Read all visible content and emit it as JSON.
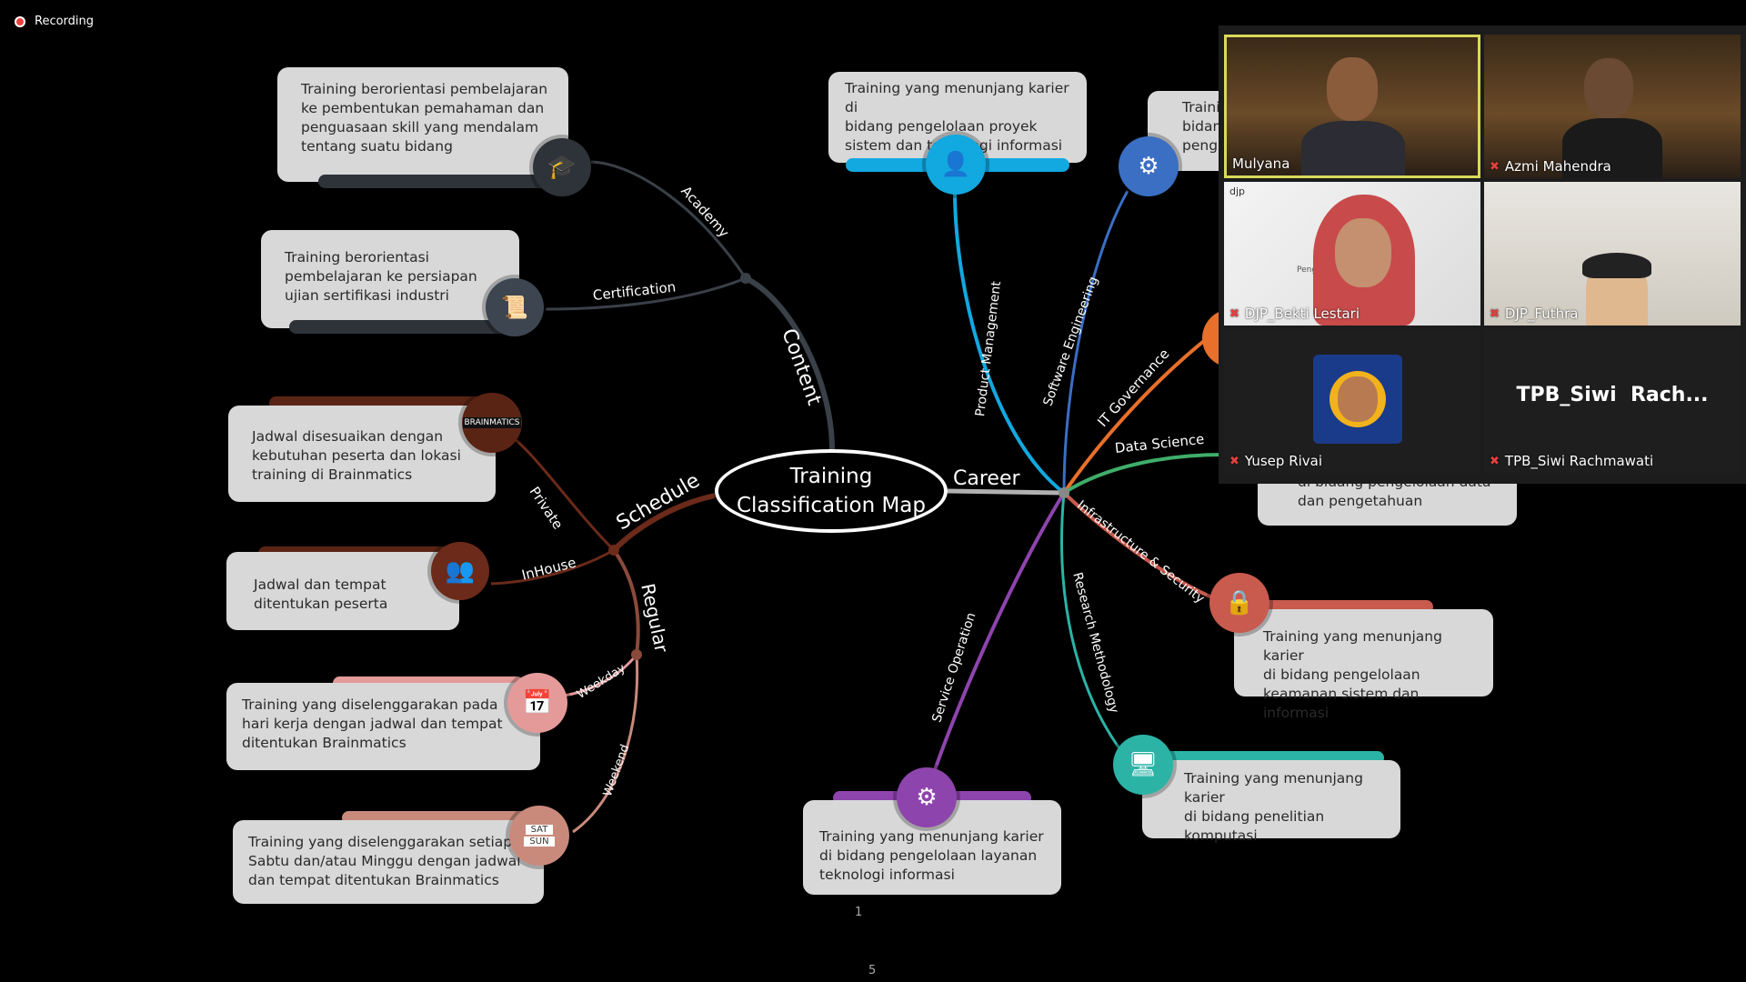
{
  "recording": {
    "label": "Recording"
  },
  "center": {
    "line1": "Training",
    "line2": "Classification Map"
  },
  "branches": {
    "content": "Content",
    "schedule": "Schedule",
    "career": "Career",
    "regular": "Regular"
  },
  "sub_labels": {
    "academy": "Academy",
    "certification": "Certification",
    "private": "Private",
    "inhouse": "InHouse",
    "weekday": "Weekday",
    "weekend": "Weekend",
    "product_management": "Product Management",
    "software_engineering": "Software Engineering",
    "it_governance": "IT Governance",
    "data_science": "Data Science",
    "infra_security": "Infrastructure & Security",
    "research_methodology": "Research Methodology",
    "service_operation": "Service Operation"
  },
  "cards": {
    "academy": "Training berorientasi pembelajaran\nke pembentukan pemahaman dan\npenguasaan skill yang mendalam\ntentang suatu bidang",
    "certification": "Training berorientasi\npembelajaran ke persiapan\nujian sertifikasi industri",
    "private": "Jadwal disesuaikan dengan\nkebutuhan peserta dan lokasi\ntraining di Brainmatics",
    "inhouse": "Jadwal dan tempat\nditentukan peserta",
    "weekday": "Training yang diselenggarakan pada\nhari kerja dengan jadwal dan tempat\nditentukan Brainmatics",
    "weekend": "Training yang diselenggarakan setiap\nSabtu dan/atau Minggu dengan jadwal\ndan tempat ditentukan Brainmatics",
    "product_management": "Training yang menunjang karier di\nbidang pengelolaan proyek\nsistem dan teknologi informasi",
    "software_engineering": "Traini\nbidan\npeng",
    "data_science": "di bidang pengelolaan data\ndan pengetahuan",
    "infra_security": "Training yang menunjang karier\ndi bidang pengelolaan\nkeamanan sistem dan informasi",
    "research": "Training yang menunjang karier\ndi bidang penelitian komputasi",
    "service_operation": "Training yang menunjang karier\ndi bidang pengelolaan layanan\nteknologi informasi"
  },
  "icons": {
    "academy": "graduation-cap-icon",
    "certification": "certificate-icon",
    "private": "brainmatics-logo",
    "inhouse": "people-meeting-icon",
    "weekday": "calendar-icon",
    "weekend": "weekend-calendar-icon",
    "product_management": "presenter-icon",
    "software_engineering": "user-gear-icon",
    "infra_security": "user-lock-icon",
    "research": "monitor-search-icon",
    "service_operation": "gear-search-icon"
  },
  "logo_text": "BRAINMATICS",
  "cal_labels": {
    "sat": "SAT",
    "sun": "SUN"
  },
  "page_numbers": {
    "top": "1",
    "bottom": "5"
  },
  "participants": [
    {
      "name": "Mulyana",
      "muted": false,
      "active": true
    },
    {
      "name": "Azmi Mahendra",
      "muted": true,
      "active": false
    },
    {
      "name": "DJP_Bekti Lestari",
      "muted": true,
      "active": false
    },
    {
      "name": "DJP_Futhra",
      "muted": true,
      "active": false
    },
    {
      "name": "Yusep Rivai",
      "muted": true,
      "active": false
    },
    {
      "name": "TPB_Siwi Rachmawati",
      "muted": true,
      "active": false
    }
  ],
  "big_name": "TPB_Siwi  Rach...",
  "tile_texts": {
    "djp": "djp",
    "pengelola": "Pengelola"
  },
  "colors": {
    "content": "#3a4048",
    "schedule": "#6b2a1a",
    "career": "#b0b0b0",
    "product": "#12a8e0",
    "software": "#3a6fc4",
    "governance": "#e8702a",
    "data": "#3fae6a",
    "infra": "#c85a4e",
    "research": "#2bb3a6",
    "service": "#8e44ad",
    "weekday": "#e59a9a",
    "weekend": "#c98a7c",
    "active_border": "#d9d95a",
    "mute": "#e34040"
  }
}
